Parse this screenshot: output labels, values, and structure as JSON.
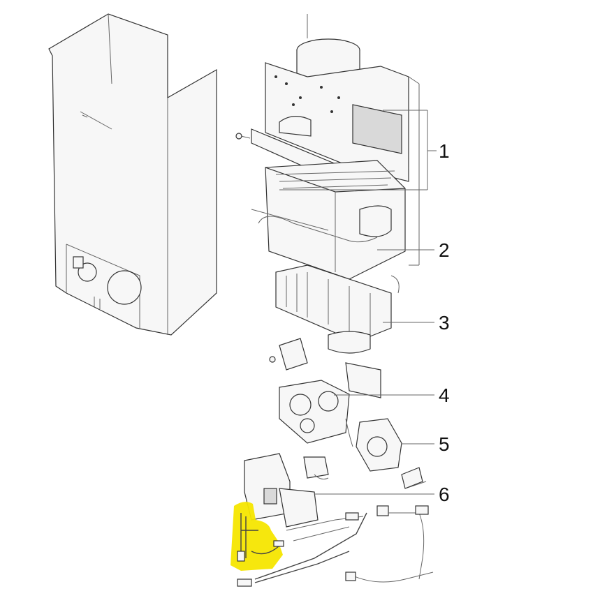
{
  "callouts": [
    {
      "label": "1"
    },
    {
      "label": "2"
    },
    {
      "label": "3"
    },
    {
      "label": "4"
    },
    {
      "label": "5"
    },
    {
      "label": "6"
    }
  ],
  "colors": {
    "highlight": "#f6e600",
    "line": "#444444",
    "background": "#ffffff"
  }
}
